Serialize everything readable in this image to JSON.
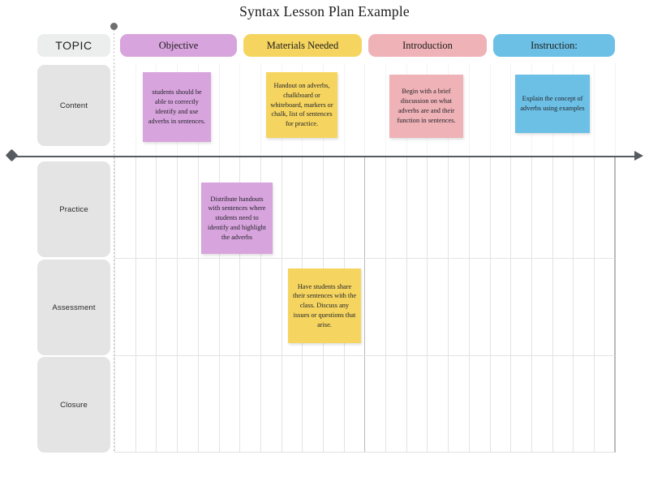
{
  "page": {
    "title": "Syntax Lesson Plan Example",
    "background": "#ffffff"
  },
  "colors": {
    "objective": "#d8a4dd",
    "materials": "#f5d55f",
    "introduction": "#efb2b6",
    "instruction": "#6cc0e5",
    "row_label": "#e4e4e4",
    "topic_label": "#eceded",
    "axis": "#555b60",
    "gridline": "#e3e3e3",
    "gridline_strong": "#b9b9b9",
    "note_text": "#24242c"
  },
  "row_header": {
    "topic_label": "TOPIC"
  },
  "rows": [
    {
      "key": "content",
      "label": "Content"
    },
    {
      "key": "practice",
      "label": "Practice"
    },
    {
      "key": "assessment",
      "label": "Assessment"
    },
    {
      "key": "closure",
      "label": "Closure"
    }
  ],
  "columns": [
    {
      "key": "objective",
      "label": "Objective",
      "color": "#d8a4dd"
    },
    {
      "key": "materials",
      "label": "Materials Needed",
      "color": "#f5d55f"
    },
    {
      "key": "introduction",
      "label": "Introduction",
      "color": "#efb2b6"
    },
    {
      "key": "instruction",
      "label": "Instruction:",
      "color": "#6cc0e5"
    }
  ],
  "notes": [
    {
      "id": "note-objective-content",
      "row": "Content",
      "column": "Objective",
      "color": "#d8a4dd",
      "text": "students should be able to correctly identify and use adverbs in sentences."
    },
    {
      "id": "note-materials-content",
      "row": "Content",
      "column": "Materials Needed",
      "color": "#f5d55f",
      "text": "Handout on adverbs, chalkboard or whiteboard, markers or chalk, list of sentences for practice."
    },
    {
      "id": "note-introduction-content",
      "row": "Content",
      "column": "Introduction",
      "color": "#efb2b6",
      "text": "Begin with a brief discussion on what adverbs are and their function in sentences."
    },
    {
      "id": "note-instruction-content",
      "row": "Content",
      "column": "Instruction:",
      "color": "#6cc0e5",
      "text": "Explain the concept of adverbs using examples"
    },
    {
      "id": "note-practice",
      "row": "Practice",
      "column": "Objective",
      "color": "#d8a4dd",
      "text": "Distribute handouts with sentences where students need to identify and highlight the adverbs"
    },
    {
      "id": "note-assessment",
      "row": "Assessment",
      "column": "Materials Needed",
      "color": "#f5d55f",
      "text": "Have students share their sentences with the class. Discuss any issues or questions that arise."
    }
  ]
}
